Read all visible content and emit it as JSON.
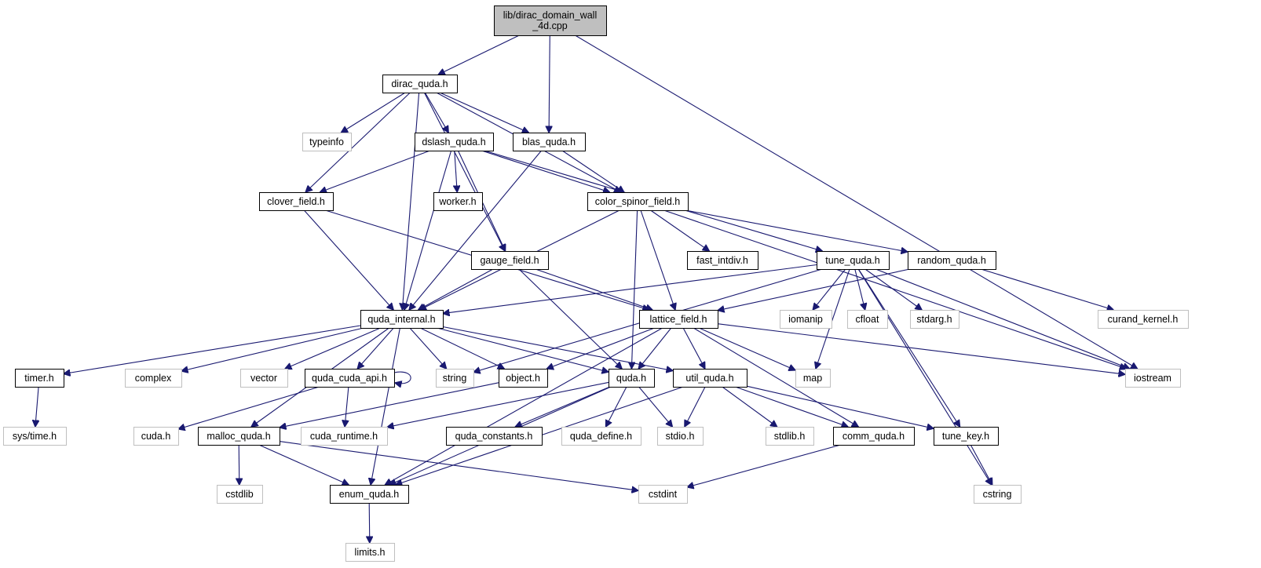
{
  "graph": {
    "root": {
      "id": "root",
      "lines": [
        "lib/dirac_domain_wall",
        "_4d.cpp"
      ]
    },
    "nodes": [
      {
        "id": "dirac_quda_h",
        "label": "dirac_quda.h",
        "kind": "doc"
      },
      {
        "id": "typeinfo",
        "label": "typeinfo",
        "kind": "ext"
      },
      {
        "id": "dslash_quda_h",
        "label": "dslash_quda.h",
        "kind": "doc"
      },
      {
        "id": "blas_quda_h",
        "label": "blas_quda.h",
        "kind": "doc"
      },
      {
        "id": "clover_field_h",
        "label": "clover_field.h",
        "kind": "doc"
      },
      {
        "id": "worker_h",
        "label": "worker.h",
        "kind": "doc"
      },
      {
        "id": "color_spinor_field_h",
        "label": "color_spinor_field.h",
        "kind": "doc"
      },
      {
        "id": "gauge_field_h",
        "label": "gauge_field.h",
        "kind": "doc"
      },
      {
        "id": "fast_intdiv_h",
        "label": "fast_intdiv.h",
        "kind": "doc"
      },
      {
        "id": "tune_quda_h",
        "label": "tune_quda.h",
        "kind": "doc"
      },
      {
        "id": "random_quda_h",
        "label": "random_quda.h",
        "kind": "doc"
      },
      {
        "id": "quda_internal_h",
        "label": "quda_internal.h",
        "kind": "doc"
      },
      {
        "id": "lattice_field_h",
        "label": "lattice_field.h",
        "kind": "doc"
      },
      {
        "id": "iomanip",
        "label": "iomanip",
        "kind": "ext"
      },
      {
        "id": "cfloat",
        "label": "cfloat",
        "kind": "ext"
      },
      {
        "id": "stdarg_h",
        "label": "stdarg.h",
        "kind": "ext"
      },
      {
        "id": "curand_kernel_h",
        "label": "curand_kernel.h",
        "kind": "ext"
      },
      {
        "id": "timer_h",
        "label": "timer.h",
        "kind": "doc"
      },
      {
        "id": "complex",
        "label": "complex",
        "kind": "ext"
      },
      {
        "id": "vector",
        "label": "vector",
        "kind": "ext"
      },
      {
        "id": "quda_cuda_api_h",
        "label": "quda_cuda_api.h",
        "kind": "doc"
      },
      {
        "id": "string",
        "label": "string",
        "kind": "ext"
      },
      {
        "id": "object_h",
        "label": "object.h",
        "kind": "doc"
      },
      {
        "id": "quda_h",
        "label": "quda.h",
        "kind": "doc"
      },
      {
        "id": "util_quda_h",
        "label": "util_quda.h",
        "kind": "doc"
      },
      {
        "id": "map",
        "label": "map",
        "kind": "ext"
      },
      {
        "id": "iostream",
        "label": "iostream",
        "kind": "ext"
      },
      {
        "id": "sys_time_h",
        "label": "sys/time.h",
        "kind": "ext"
      },
      {
        "id": "cuda_h",
        "label": "cuda.h",
        "kind": "ext"
      },
      {
        "id": "malloc_quda_h",
        "label": "malloc_quda.h",
        "kind": "doc"
      },
      {
        "id": "cuda_runtime_h",
        "label": "cuda_runtime.h",
        "kind": "ext"
      },
      {
        "id": "quda_constants_h",
        "label": "quda_constants.h",
        "kind": "doc"
      },
      {
        "id": "quda_define_h",
        "label": "quda_define.h",
        "kind": "ext"
      },
      {
        "id": "stdio_h",
        "label": "stdio.h",
        "kind": "ext"
      },
      {
        "id": "stdlib_h",
        "label": "stdlib.h",
        "kind": "ext"
      },
      {
        "id": "comm_quda_h",
        "label": "comm_quda.h",
        "kind": "doc"
      },
      {
        "id": "tune_key_h",
        "label": "tune_key.h",
        "kind": "doc"
      },
      {
        "id": "cstdlib",
        "label": "cstdlib",
        "kind": "ext"
      },
      {
        "id": "enum_quda_h",
        "label": "enum_quda.h",
        "kind": "doc"
      },
      {
        "id": "cstdint",
        "label": "cstdint",
        "kind": "ext"
      },
      {
        "id": "cstring",
        "label": "cstring",
        "kind": "ext"
      },
      {
        "id": "limits_h",
        "label": "limits.h",
        "kind": "ext"
      }
    ],
    "edges": [
      [
        "root",
        "dirac_quda_h"
      ],
      [
        "root",
        "blas_quda_h"
      ],
      [
        "root",
        "iostream"
      ],
      [
        "dirac_quda_h",
        "typeinfo"
      ],
      [
        "dirac_quda_h",
        "dslash_quda_h"
      ],
      [
        "dirac_quda_h",
        "blas_quda_h"
      ],
      [
        "dirac_quda_h",
        "clover_field_h"
      ],
      [
        "dirac_quda_h",
        "color_spinor_field_h"
      ],
      [
        "dirac_quda_h",
        "gauge_field_h"
      ],
      [
        "dirac_quda_h",
        "quda_internal_h"
      ],
      [
        "dslash_quda_h",
        "worker_h"
      ],
      [
        "dslash_quda_h",
        "clover_field_h"
      ],
      [
        "dslash_quda_h",
        "color_spinor_field_h"
      ],
      [
        "dslash_quda_h",
        "gauge_field_h"
      ],
      [
        "dslash_quda_h",
        "quda_internal_h"
      ],
      [
        "dslash_quda_h",
        "tune_quda_h"
      ],
      [
        "blas_quda_h",
        "color_spinor_field_h"
      ],
      [
        "blas_quda_h",
        "quda_internal_h"
      ],
      [
        "clover_field_h",
        "quda_internal_h"
      ],
      [
        "clover_field_h",
        "lattice_field_h"
      ],
      [
        "color_spinor_field_h",
        "fast_intdiv_h"
      ],
      [
        "color_spinor_field_h",
        "random_quda_h"
      ],
      [
        "color_spinor_field_h",
        "quda_internal_h"
      ],
      [
        "color_spinor_field_h",
        "lattice_field_h"
      ],
      [
        "color_spinor_field_h",
        "quda_h"
      ],
      [
        "color_spinor_field_h",
        "iostream"
      ],
      [
        "gauge_field_h",
        "quda_internal_h"
      ],
      [
        "gauge_field_h",
        "lattice_field_h"
      ],
      [
        "gauge_field_h",
        "quda_h"
      ],
      [
        "tune_quda_h",
        "quda_internal_h"
      ],
      [
        "tune_quda_h",
        "iomanip"
      ],
      [
        "tune_quda_h",
        "cfloat"
      ],
      [
        "tune_quda_h",
        "stdarg_h"
      ],
      [
        "tune_quda_h",
        "map"
      ],
      [
        "tune_quda_h",
        "string"
      ],
      [
        "tune_quda_h",
        "iostream"
      ],
      [
        "tune_quda_h",
        "tune_key_h"
      ],
      [
        "tune_quda_h",
        "cstring"
      ],
      [
        "random_quda_h",
        "lattice_field_h"
      ],
      [
        "random_quda_h",
        "curand_kernel_h"
      ],
      [
        "quda_internal_h",
        "timer_h"
      ],
      [
        "quda_internal_h",
        "complex"
      ],
      [
        "quda_internal_h",
        "vector"
      ],
      [
        "quda_internal_h",
        "quda_cuda_api_h"
      ],
      [
        "quda_internal_h",
        "string"
      ],
      [
        "quda_internal_h",
        "object_h"
      ],
      [
        "quda_internal_h",
        "quda_h"
      ],
      [
        "quda_internal_h",
        "util_quda_h"
      ],
      [
        "quda_internal_h",
        "malloc_quda_h"
      ],
      [
        "quda_internal_h",
        "enum_quda_h"
      ],
      [
        "lattice_field_h",
        "object_h"
      ],
      [
        "lattice_field_h",
        "quda_h"
      ],
      [
        "lattice_field_h",
        "util_quda_h"
      ],
      [
        "lattice_field_h",
        "map"
      ],
      [
        "lattice_field_h",
        "iostream"
      ],
      [
        "lattice_field_h",
        "comm_quda_h"
      ],
      [
        "lattice_field_h",
        "enum_quda_h"
      ],
      [
        "timer_h",
        "sys_time_h"
      ],
      [
        "quda_cuda_api_h",
        "quda_cuda_api_h"
      ],
      [
        "quda_cuda_api_h",
        "cuda_h"
      ],
      [
        "quda_cuda_api_h",
        "cuda_runtime_h"
      ],
      [
        "object_h",
        "malloc_quda_h"
      ],
      [
        "quda_h",
        "cuda_runtime_h"
      ],
      [
        "quda_h",
        "quda_constants_h"
      ],
      [
        "quda_h",
        "quda_define_h"
      ],
      [
        "quda_h",
        "stdio_h"
      ],
      [
        "quda_h",
        "enum_quda_h"
      ],
      [
        "util_quda_h",
        "stdio_h"
      ],
      [
        "util_quda_h",
        "stdlib_h"
      ],
      [
        "util_quda_h",
        "comm_quda_h"
      ],
      [
        "util_quda_h",
        "tune_key_h"
      ],
      [
        "util_quda_h",
        "enum_quda_h"
      ],
      [
        "malloc_quda_h",
        "cstdlib"
      ],
      [
        "malloc_quda_h",
        "enum_quda_h"
      ],
      [
        "malloc_quda_h",
        "cstdint"
      ],
      [
        "comm_quda_h",
        "cstdint"
      ],
      [
        "tune_key_h",
        "cstring"
      ],
      [
        "enum_quda_h",
        "limits_h"
      ]
    ]
  }
}
